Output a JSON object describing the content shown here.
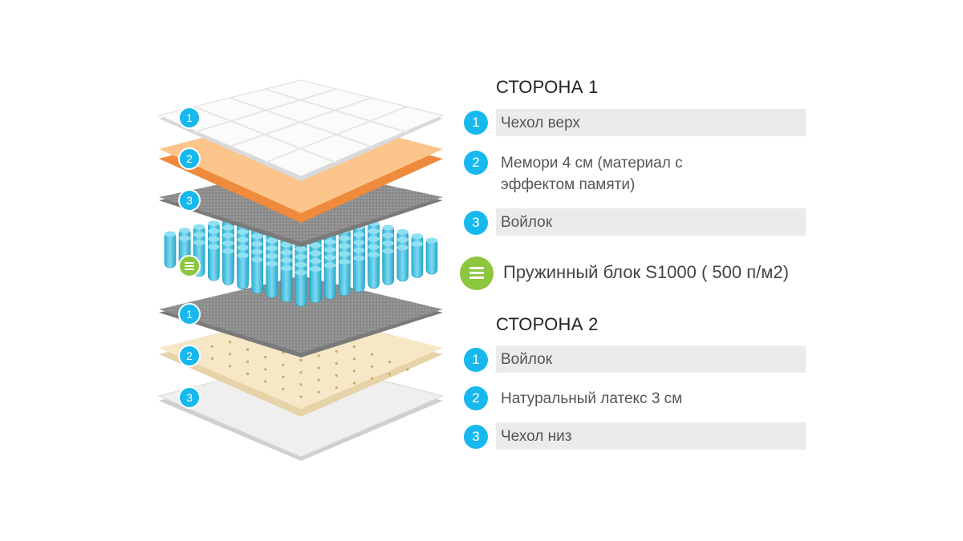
{
  "colors": {
    "badge_blue": "#16b8ee",
    "badge_green": "#8dc63f",
    "row_background": "#ebebeb"
  },
  "illustration": {
    "layer_badges": [
      "1",
      "2",
      "3",
      "1",
      "2",
      "3"
    ]
  },
  "side1": {
    "title": "СТОРОНА 1",
    "items": [
      {
        "num": "1",
        "label": "Чехол верх"
      },
      {
        "num": "2",
        "label": "Мемори 4 см (материал с эффектом памяти)"
      },
      {
        "num": "3",
        "label": "Войлок"
      }
    ]
  },
  "spring_block": {
    "icon": "list-icon",
    "label": "Пружинный блок S1000 ( 500 п/м2)"
  },
  "side2": {
    "title": "СТОРОНА 2",
    "items": [
      {
        "num": "1",
        "label": "Войлок"
      },
      {
        "num": "2",
        "label": "Натуральный латекс 3 см"
      },
      {
        "num": "3",
        "label": "Чехол низ"
      }
    ]
  }
}
